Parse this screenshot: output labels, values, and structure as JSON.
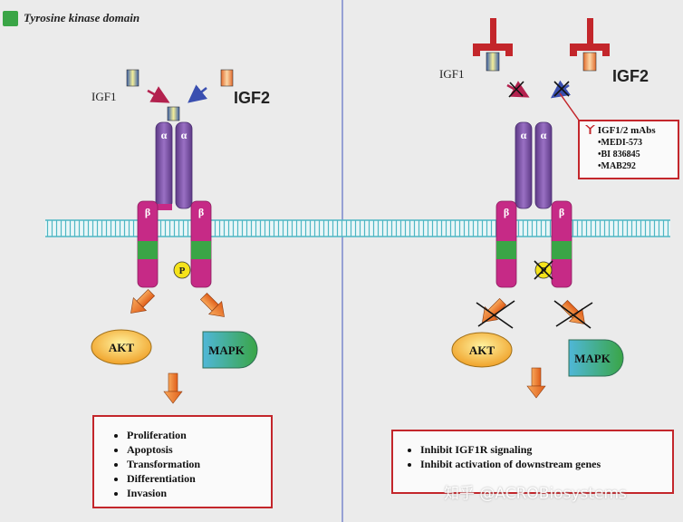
{
  "legend": {
    "label": "Tyrosine kinase domain",
    "color": "#3aa546",
    "icon": "green-square-icon"
  },
  "colors": {
    "alpha": "#7b4ea0",
    "beta": "#c62a86",
    "kinase": "#3aa546",
    "membrane": "#4fb7c4",
    "arrow": "#f07d28",
    "box_border": "#c3262b",
    "divider": "#5f6fc4"
  },
  "left": {
    "igf1_label": "IGF1",
    "igf2_label": "IGF2",
    "alpha_label": "α",
    "beta_label": "β",
    "phospho_label": "P",
    "akt_label": "AKT",
    "mapk_label": "MAPK",
    "outcomes": [
      "Proliferation",
      "Apoptosis",
      "Transformation",
      "Differentiation",
      "Invasion"
    ]
  },
  "right": {
    "igf1_label": "IGF1",
    "igf2_label": "IGF2",
    "alpha_label": "α",
    "beta_label": "β",
    "phospho_label": "P",
    "akt_label": "AKT",
    "mapk_label": "MAPK",
    "mabs": {
      "title": "IGF1/2 mAbs",
      "items": [
        "•MEDI-573",
        "•BI 836845",
        "•MAB292"
      ]
    },
    "outcomes": [
      "Inhibit IGF1R signaling",
      "Inhibit activation of downstream genes"
    ]
  },
  "watermark": "知乎 @ACROBiosystems"
}
